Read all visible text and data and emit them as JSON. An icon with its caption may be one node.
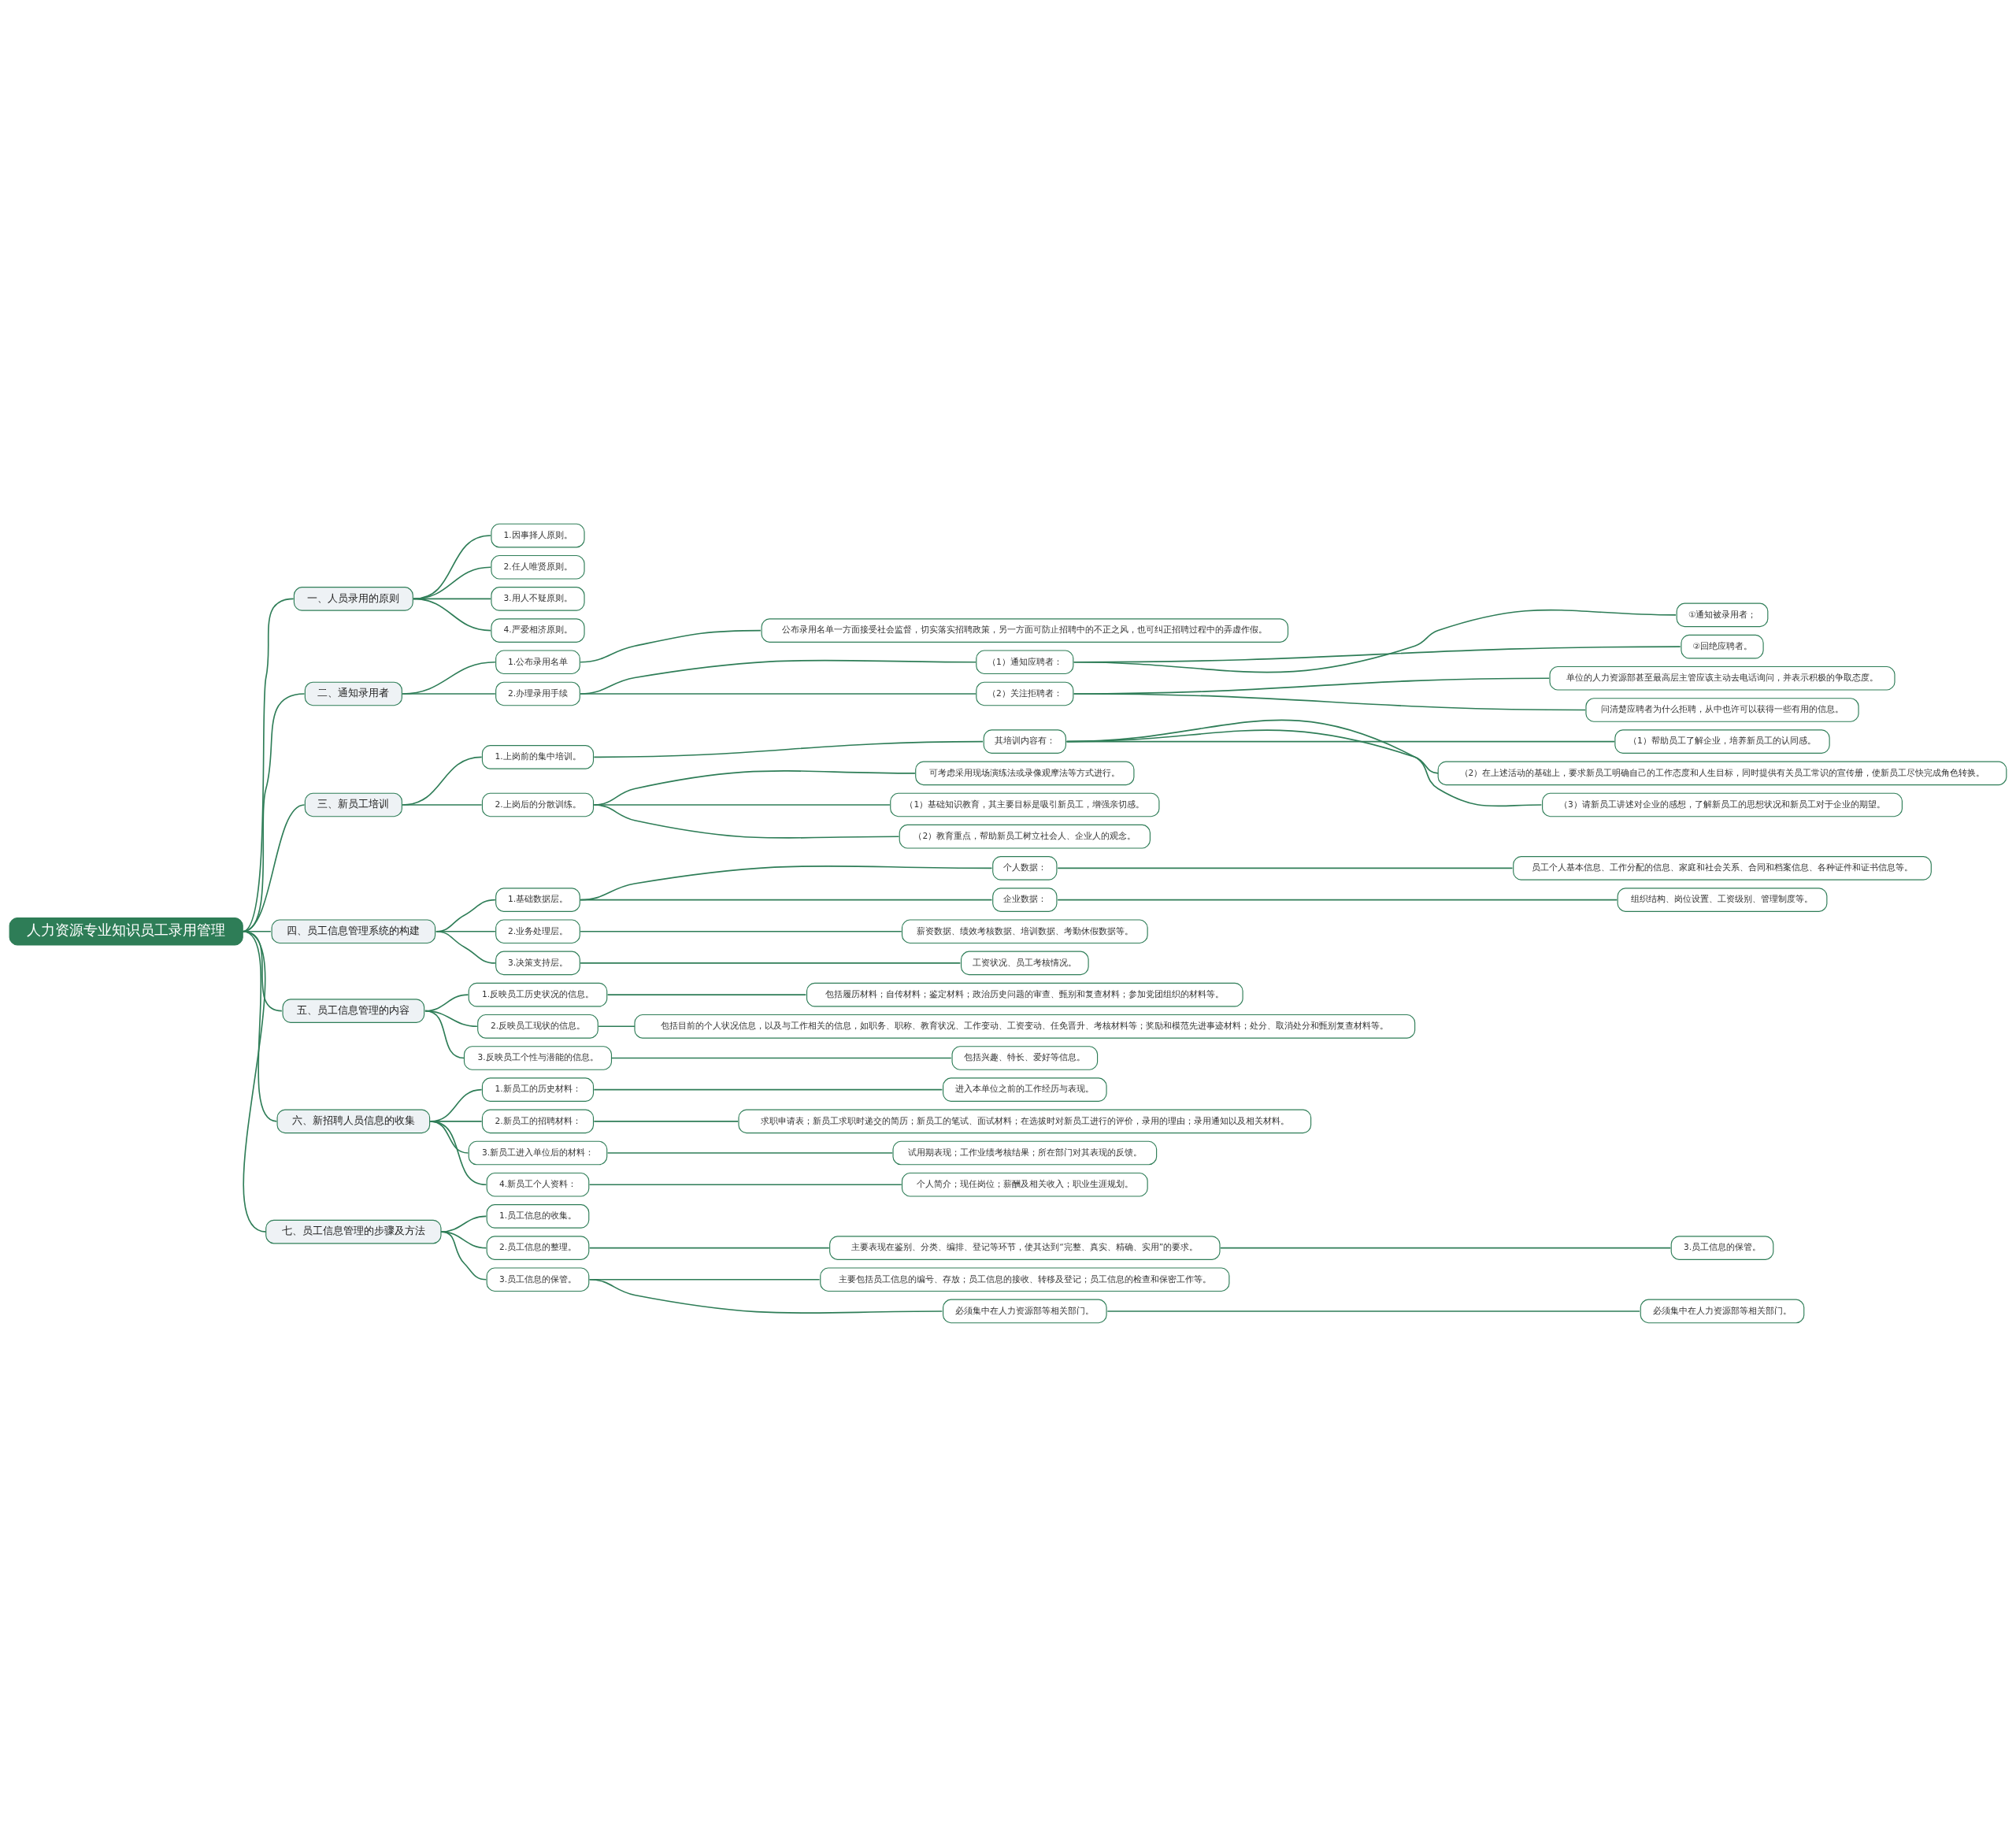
{
  "diagram": {
    "nodes": [
      {
        "text": [
          "人力资源专业知识员工录用管理"
        ]
      },
      {
        "text": [
          "一、人员录用的原则"
        ]
      },
      {
        "text": [
          "1.因事择人原则。"
        ]
      },
      {
        "text": [
          "2.任人唯贤原则。"
        ]
      },
      {
        "text": [
          "3.用人不疑原则。"
        ]
      },
      {
        "text": [
          "4.严爱相济原则。"
        ]
      },
      {
        "text": [
          "二、通知录用者"
        ]
      },
      {
        "text": [
          "1.公布录用名单"
        ]
      },
      {
        "text": [
          "公布录用名单一方面接受社会监督，切实落实招聘政策，另一方面可防止招聘中的不正之风，也可纠正招聘过程中的弄虚作假。"
        ]
      },
      {
        "text": [
          "2.办理录用手续"
        ]
      },
      {
        "text": [
          "（1）通知应聘者："
        ]
      },
      {
        "text": [
          "①通知被录用者；"
        ]
      },
      {
        "text": [
          "②回绝应聘者。"
        ]
      },
      {
        "text": [
          "（2）关注拒聘者："
        ]
      },
      {
        "text": [
          "单位的人力资源部甚至最高层主管应该主动去电话询问，并表示积极的争取态度。"
        ]
      },
      {
        "text": [
          "问清楚应聘者为什么拒聘，从中也许可以获得一些有用的信息。"
        ]
      },
      {
        "text": [
          "三、新员工培训"
        ]
      },
      {
        "text": [
          "1.上岗前的集中培训。"
        ]
      },
      {
        "text": [
          "其培训内容有："
        ]
      },
      {
        "text": [
          "（1）帮助员工了解企业，培养新员工的认同感。"
        ]
      },
      {
        "text": [
          "（2）在上述活动的基础上，要求新员工明确自己的工作态度和人生目标，同时提供有关员工常识的宣传册，使新员工尽快完成角色转换。"
        ]
      },
      {
        "text": [
          "（3）请新员工讲述对企业的感想，了解新员工的思想状况和新员工对于企业的期望。"
        ]
      },
      {
        "text": [
          "2.上岗后的分散训练。"
        ]
      },
      {
        "text": [
          "可考虑采用现场演练法或录像观摩法等方式进行。"
        ]
      },
      {
        "text": [
          "（1）基础知识教育，其主要目标是吸引新员工，增强亲切感。"
        ]
      },
      {
        "text": [
          "（2）教育重点，帮助新员工树立社会人、企业人的观念。"
        ]
      },
      {
        "text": [
          "四、员工信息管理系统的构建"
        ]
      },
      {
        "text": [
          "1.基础数据层。"
        ]
      },
      {
        "text": [
          "个人数据："
        ]
      },
      {
        "text": [
          "员工个人基本信息、工作分配的信息、家庭和社会关系、合同和档案信息、各种证件和证书信息等。"
        ]
      },
      {
        "text": [
          "企业数据："
        ]
      },
      {
        "text": [
          "组织结构、岗位设置、工资级别、管理制度等。"
        ]
      },
      {
        "text": [
          "2.业务处理层。"
        ]
      },
      {
        "text": [
          "薪资数据、绩效考核数据、培训数据、考勤休假数据等。"
        ]
      },
      {
        "text": [
          "3.决策支持层。"
        ]
      },
      {
        "text": [
          "工资状况、员工考核情况。"
        ]
      },
      {
        "text": [
          "五、员工信息管理的内容"
        ]
      },
      {
        "text": [
          "1.反映员工历史状况的信息。"
        ]
      },
      {
        "text": [
          "包括履历材料；自传材料；鉴定材料；政治历史问题的审查、甄别和复查材料；参加党团组织的材料等。"
        ]
      },
      {
        "text": [
          "2.反映员工现状的信息。"
        ]
      },
      {
        "text": [
          "包括目前的个人状况信息，以及与工作相关的信息，如职务、职称、教育状况、工作变动、工资变动、任免晋升、考核材料等；奖励和模范先进事迹材料；处分、取消处分和甄别复查材料等。"
        ]
      },
      {
        "text": [
          "3.反映员工个性与潜能的信息。"
        ]
      },
      {
        "text": [
          "包括兴趣、特长、爱好等信息。"
        ]
      },
      {
        "text": [
          "六、新招聘人员信息的收集"
        ]
      },
      {
        "text": [
          "1.新员工的历史材料："
        ]
      },
      {
        "text": [
          "进入本单位之前的工作经历与表现。"
        ]
      },
      {
        "text": [
          "2.新员工的招聘材料："
        ]
      },
      {
        "text": [
          "求职申请表；新员工求职时递交的简历；新员工的笔试、面试材料；在选拔时对新员工进行的评价，录用的理由；录用通知以及相关材料。"
        ]
      },
      {
        "text": [
          "3.新员工进入单位后的材料："
        ]
      },
      {
        "text": [
          "试用期表现；工作业绩考核结果；所在部门对其表现的反馈。"
        ]
      },
      {
        "text": [
          "4.新员工个人资料："
        ]
      },
      {
        "text": [
          "个人简介；现任岗位；薪酬及相关收入；职业生涯规划。"
        ]
      },
      {
        "text": [
          "七、员工信息管理的步骤及方法"
        ]
      },
      {
        "text": [
          "1.员工信息的收集。"
        ]
      },
      {
        "text": [
          "2.员工信息的整理。"
        ]
      },
      {
        "text": [
          "主要表现在鉴别、分类、编排、登记等环节，使其达到“完整、真实、精确、实用”的要求。"
        ]
      },
      {
        "text": [
          "3.员工信息的保管。"
        ]
      },
      {
        "text": [
          "3.员工信息的保管。"
        ]
      },
      {
        "text": [
          "主要包括员工信息的编号、存放；员工信息的接收、转移及登记；员工信息的检查和保密工作等。"
        ]
      },
      {
        "text": [
          "必须集中在人力资源部等相关部门。"
        ]
      },
      {
        "text": [
          "必须集中在人力资源部等相关部门。"
        ]
      }
    ],
    "edges": [
      {
        "from": 0,
        "to": 1,
        "arrow": "none"
      },
      {
        "from": 1,
        "to": 2,
        "arrow": "none"
      },
      {
        "from": 1,
        "to": 3,
        "arrow": "none"
      },
      {
        "from": 1,
        "to": 4,
        "arrow": "none"
      },
      {
        "from": 1,
        "to": 5,
        "arrow": "none"
      },
      {
        "from": 0,
        "to": 6,
        "arrow": "none"
      },
      {
        "from": 6,
        "to": 7,
        "arrow": "none"
      },
      {
        "from": 7,
        "to": 8,
        "arrow": "none"
      },
      {
        "from": 6,
        "to": 9,
        "arrow": "none"
      },
      {
        "from": 9,
        "to": 10,
        "arrow": "none"
      },
      {
        "from": 10,
        "to": 11,
        "arrow": "none"
      },
      {
        "from": 10,
        "to": 12,
        "arrow": "none"
      },
      {
        "from": 9,
        "to": 13,
        "arrow": "none"
      },
      {
        "from": 13,
        "to": 14,
        "arrow": "none"
      },
      {
        "from": 13,
        "to": 15,
        "arrow": "none"
      },
      {
        "from": 0,
        "to": 16,
        "arrow": "none"
      },
      {
        "from": 16,
        "to": 17,
        "arrow": "none"
      },
      {
        "from": 17,
        "to": 18,
        "arrow": "none"
      },
      {
        "from": 18,
        "to": 19,
        "arrow": "none"
      },
      {
        "from": 18,
        "to": 20,
        "arrow": "none"
      },
      {
        "from": 18,
        "to": 21,
        "arrow": "none"
      },
      {
        "from": 16,
        "to": 22,
        "arrow": "none"
      },
      {
        "from": 22,
        "to": 23,
        "arrow": "none"
      },
      {
        "from": 22,
        "to": 24,
        "arrow": "none"
      },
      {
        "from": 22,
        "to": 25,
        "arrow": "none"
      },
      {
        "from": 0,
        "to": 26,
        "arrow": "none"
      },
      {
        "from": 26,
        "to": 27,
        "arrow": "none"
      },
      {
        "from": 27,
        "to": 28,
        "arrow": "none"
      },
      {
        "from": 28,
        "to": 29,
        "arrow": "none"
      },
      {
        "from": 27,
        "to": 30,
        "arrow": "none"
      },
      {
        "from": 30,
        "to": 31,
        "arrow": "none"
      },
      {
        "from": 26,
        "to": 32,
        "arrow": "none"
      },
      {
        "from": 32,
        "to": 33,
        "arrow": "none"
      },
      {
        "from": 26,
        "to": 34,
        "arrow": "none"
      },
      {
        "from": 34,
        "to": 35,
        "arrow": "none"
      },
      {
        "from": 0,
        "to": 36,
        "arrow": "none"
      },
      {
        "from": 36,
        "to": 37,
        "arrow": "none"
      },
      {
        "from": 37,
        "to": 38,
        "arrow": "none"
      },
      {
        "from": 36,
        "to": 39,
        "arrow": "none"
      },
      {
        "from": 39,
        "to": 40,
        "arrow": "none"
      },
      {
        "from": 36,
        "to": 41,
        "arrow": "none"
      },
      {
        "from": 41,
        "to": 42,
        "arrow": "none"
      },
      {
        "from": 0,
        "to": 43,
        "arrow": "none"
      },
      {
        "from": 43,
        "to": 44,
        "arrow": "none"
      },
      {
        "from": 44,
        "to": 45,
        "arrow": "none"
      },
      {
        "from": 43,
        "to": 46,
        "arrow": "none"
      },
      {
        "from": 46,
        "to": 47,
        "arrow": "none"
      },
      {
        "from": 43,
        "to": 48,
        "arrow": "none"
      },
      {
        "from": 48,
        "to": 49,
        "arrow": "none"
      },
      {
        "from": 43,
        "to": 50,
        "arrow": "none"
      },
      {
        "from": 50,
        "to": 51,
        "arrow": "none"
      },
      {
        "from": 0,
        "to": 52,
        "arrow": "none"
      },
      {
        "from": 52,
        "to": 53,
        "arrow": "none"
      },
      {
        "from": 52,
        "to": 54,
        "arrow": "none"
      },
      {
        "from": 54,
        "to": 55,
        "arrow": "none"
      },
      {
        "from": 55,
        "to": 56,
        "arrow": "none"
      },
      {
        "from": 52,
        "to": 57,
        "arrow": "none"
      },
      {
        "from": 57,
        "to": 58,
        "arrow": "none"
      },
      {
        "from": 57,
        "to": 59,
        "arrow": "none"
      },
      {
        "from": 59,
        "to": 60,
        "arrow": "none"
      }
    ]
  }
}
